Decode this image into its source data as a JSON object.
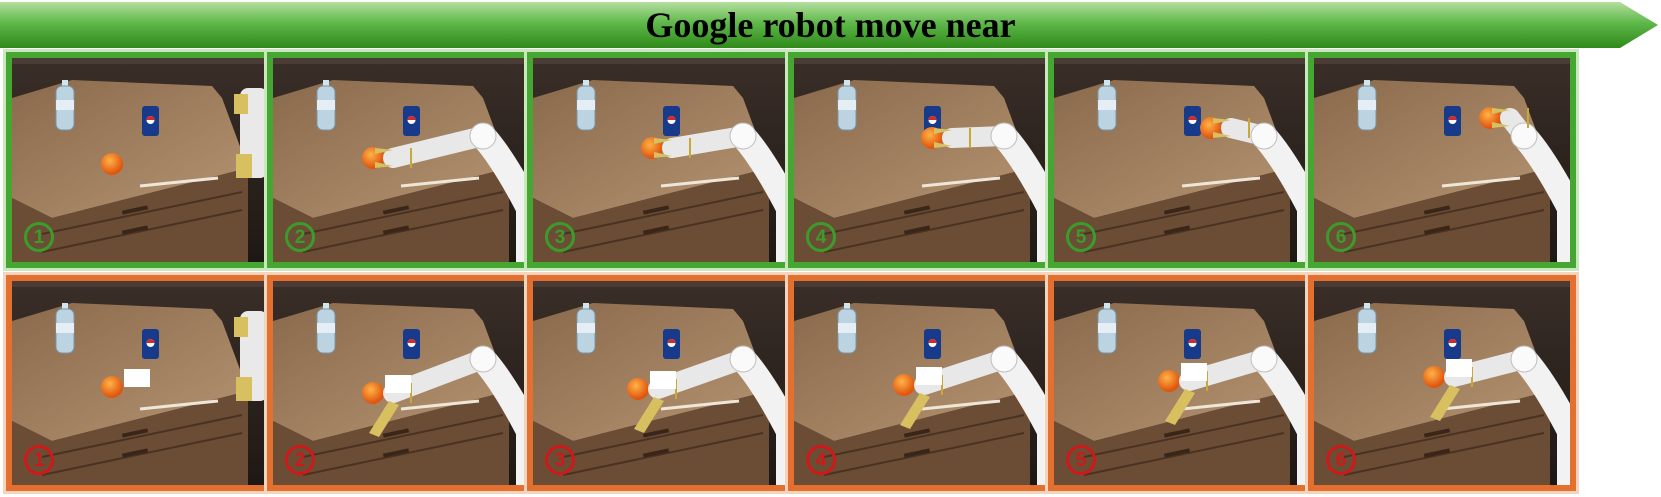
{
  "title": "Google robot move near",
  "colors": {
    "banner_dark": "#2f8a1a",
    "banner_light": "#b4dfa0",
    "success_border": "#46a632",
    "failure_border": "#e3702f",
    "success_badge": "#3c9c2a",
    "failure_badge": "#d01818"
  },
  "rows": {
    "success": {
      "frames": [
        {
          "step": "1",
          "arm_visible": false,
          "arm_progress": 0.0
        },
        {
          "step": "2",
          "arm_visible": true,
          "arm_progress": 0.2
        },
        {
          "step": "3",
          "arm_visible": true,
          "arm_progress": 0.4
        },
        {
          "step": "4",
          "arm_visible": true,
          "arm_progress": 0.6
        },
        {
          "step": "5",
          "arm_visible": true,
          "arm_progress": 0.8
        },
        {
          "step": "6",
          "arm_visible": true,
          "arm_progress": 1.0
        }
      ]
    },
    "failure": {
      "frames": [
        {
          "step": "1",
          "arm_visible": false,
          "arm_progress": 0.0
        },
        {
          "step": "2",
          "arm_visible": true,
          "arm_progress": 0.2
        },
        {
          "step": "3",
          "arm_visible": true,
          "arm_progress": 0.4
        },
        {
          "step": "4",
          "arm_visible": true,
          "arm_progress": 0.6
        },
        {
          "step": "5",
          "arm_visible": true,
          "arm_progress": 0.8
        },
        {
          "step": "6",
          "arm_visible": true,
          "arm_progress": 1.0
        }
      ]
    }
  }
}
